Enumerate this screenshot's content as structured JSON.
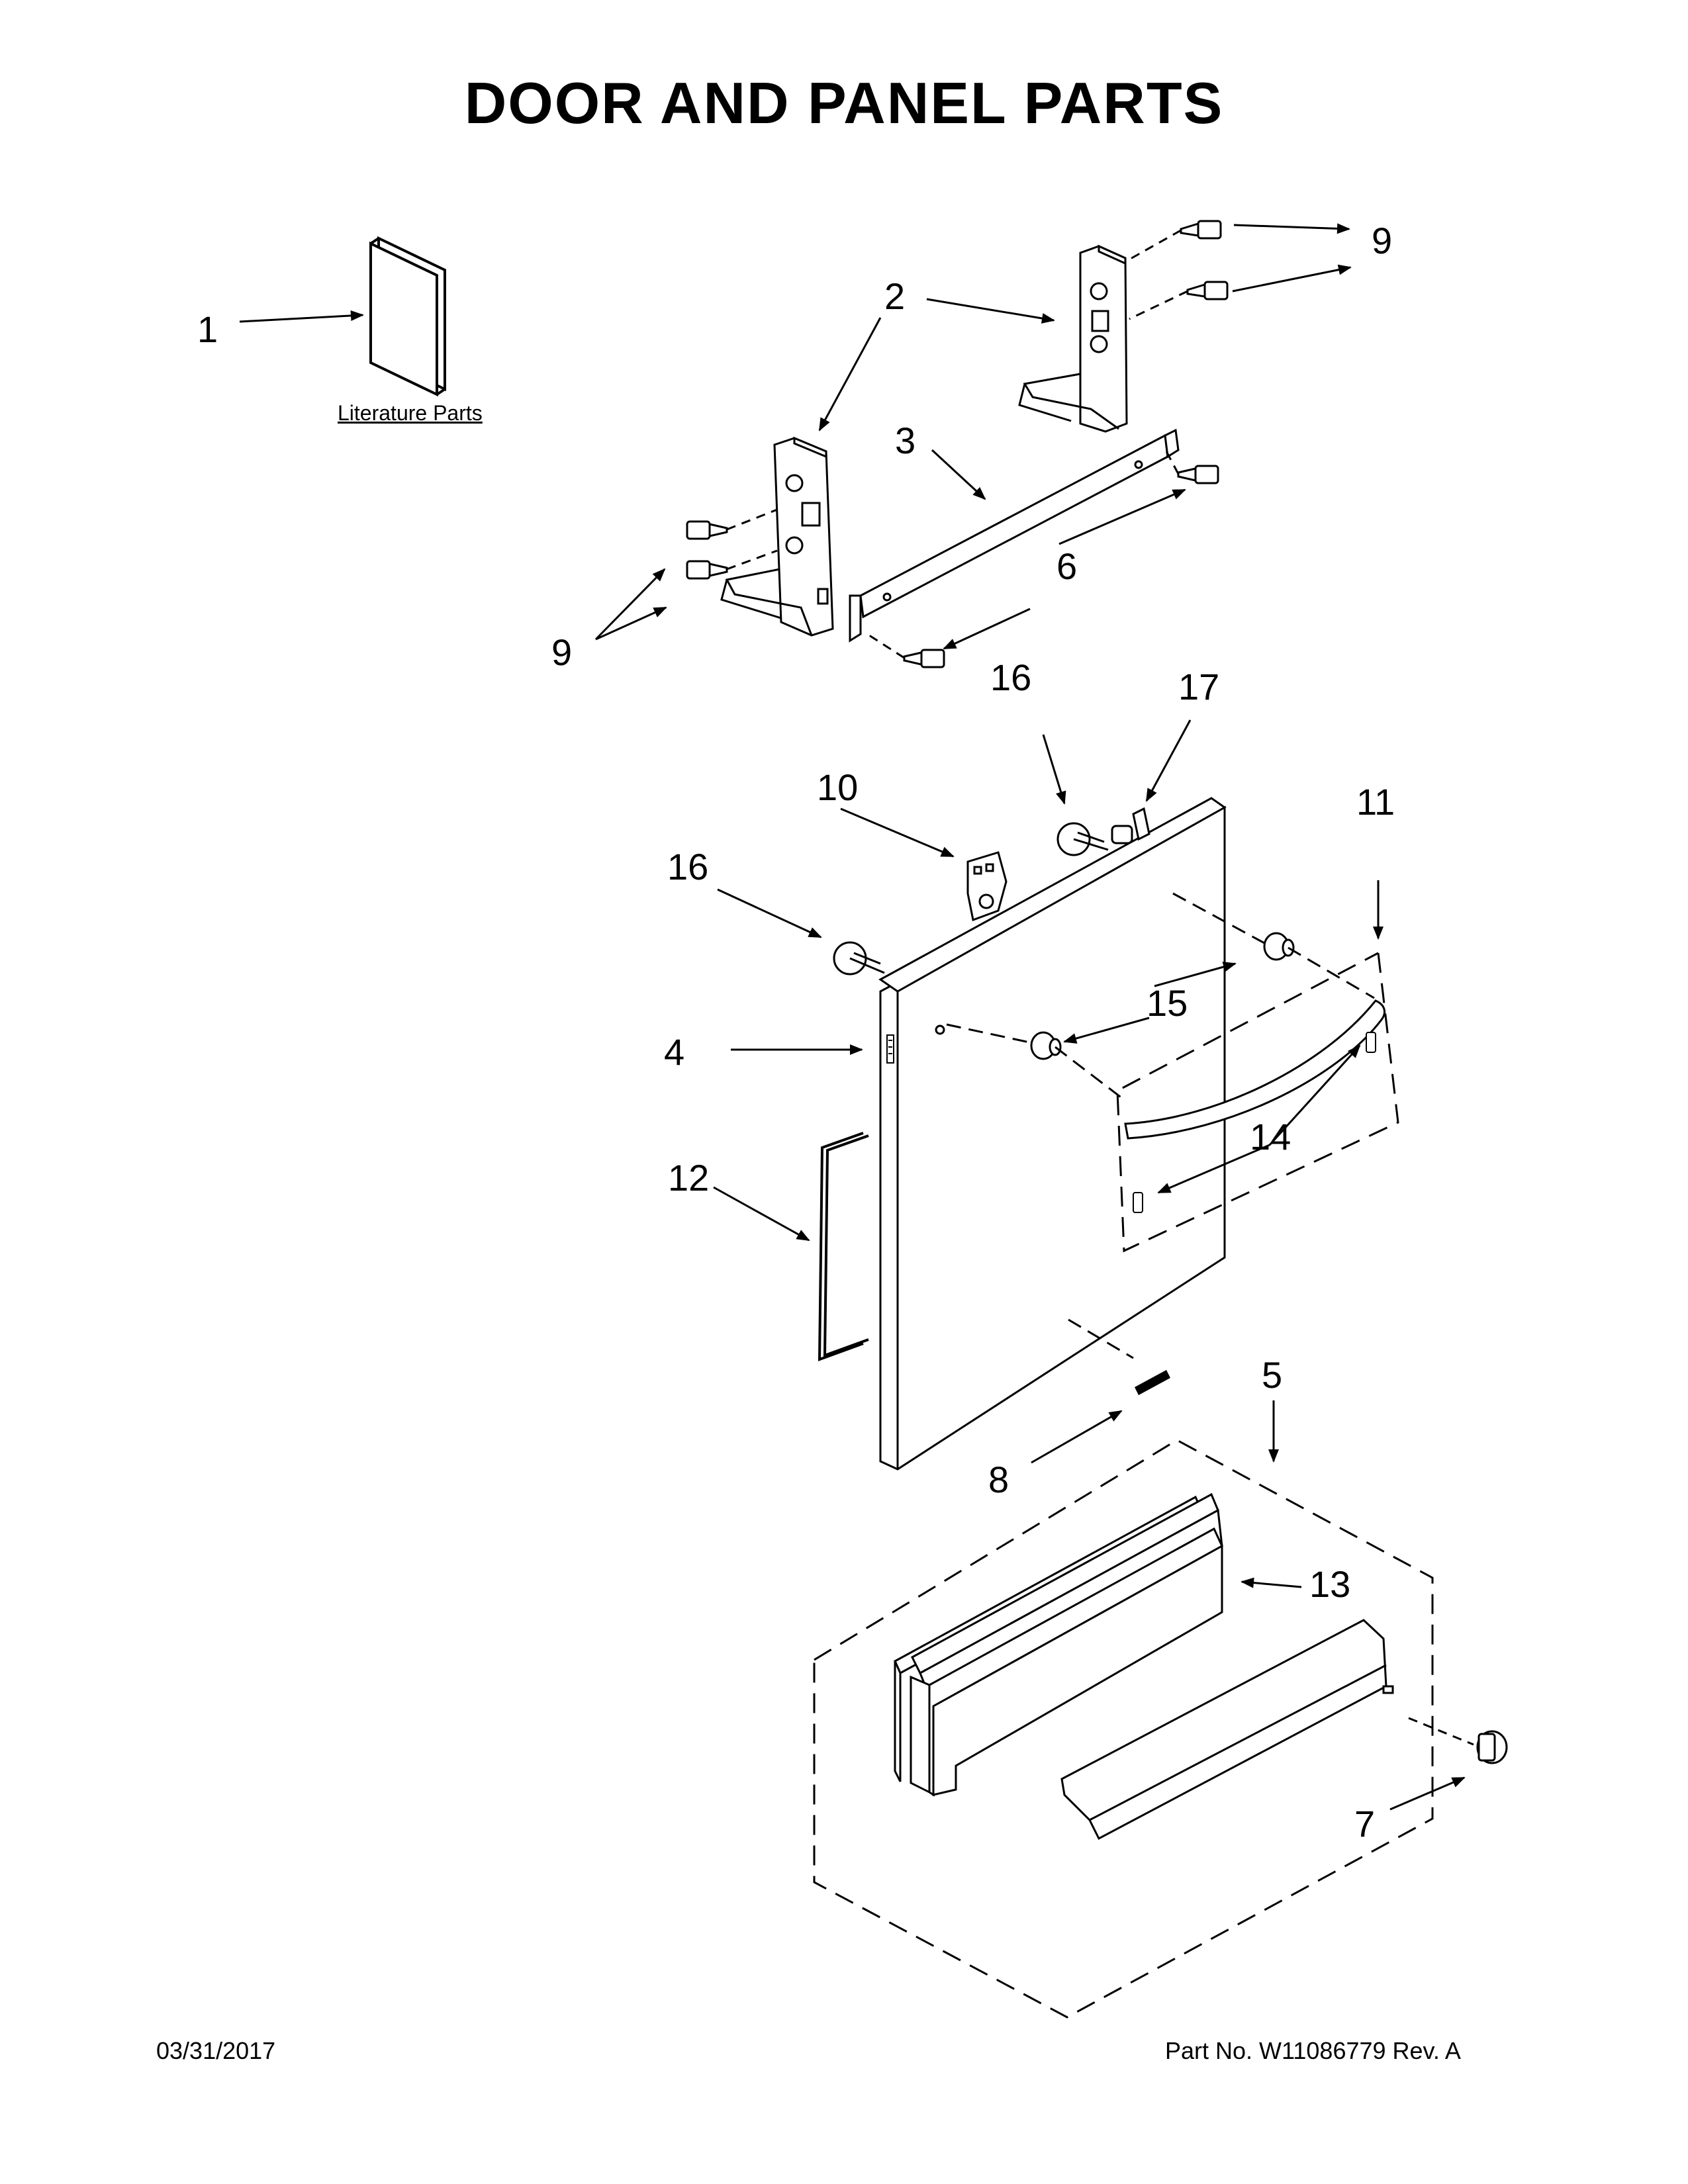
{
  "title": "DOOR AND PANEL PARTS",
  "literature_label": "Literature Parts",
  "callouts": [
    "1",
    "2",
    "3",
    "4",
    "5",
    "6",
    "7",
    "8",
    "9",
    "9",
    "10",
    "11",
    "12",
    "13",
    "14",
    "15",
    "16",
    "16",
    "17"
  ],
  "footer": {
    "date": "03/31/2017",
    "part_number": "Part No.  W11086779  Rev.  A"
  }
}
